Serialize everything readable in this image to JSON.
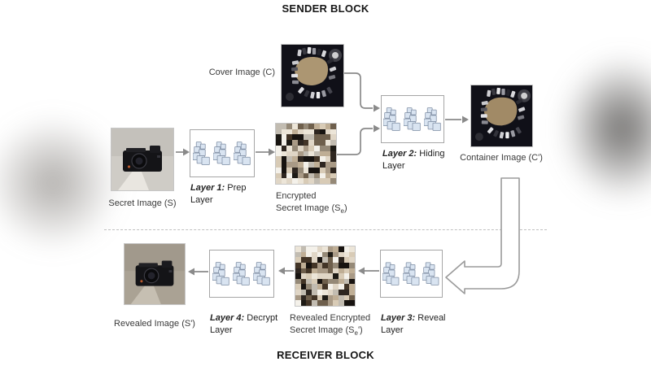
{
  "titles": {
    "sender": "SENDER BLOCK",
    "receiver": "RECEIVER BLOCK"
  },
  "labels": {
    "secret": "Secret Image (S)",
    "cover": "Cover Image (C)",
    "encrypted_line1": "Encrypted",
    "encrypted_pre": "Secret Image (S",
    "encrypted_sub": "e",
    "encrypted_post": ")",
    "container": "Container Image (C')",
    "revealed": "Revealed Image (S')",
    "revealed_encrypted_line1": "Revealed Encrypted",
    "revealed_encrypted_pre": "Secret Image (S",
    "revealed_encrypted_sub": "e",
    "revealed_encrypted_post": "')"
  },
  "layers": {
    "layer1_bold": "Layer 1:",
    "layer1_rest": " Prep Layer",
    "layer2_bold": "Layer 2:",
    "layer2_rest": " Hiding Layer",
    "layer3_bold": "Layer 3:",
    "layer3_rest": " Reveal Layer",
    "layer4_bold": "Layer 4:",
    "layer4_rest": " Decrypt Layer"
  },
  "colors": {
    "nn_fill": "#d9e4f1",
    "nn_stroke": "#7e8da3",
    "box_border": "#a6a6a6",
    "connector": "#8a8a8a",
    "hollow_arrow_stroke": "#9b9b9b",
    "dashed_divider": "#c0c0c0",
    "text": "#3b3b3b"
  }
}
